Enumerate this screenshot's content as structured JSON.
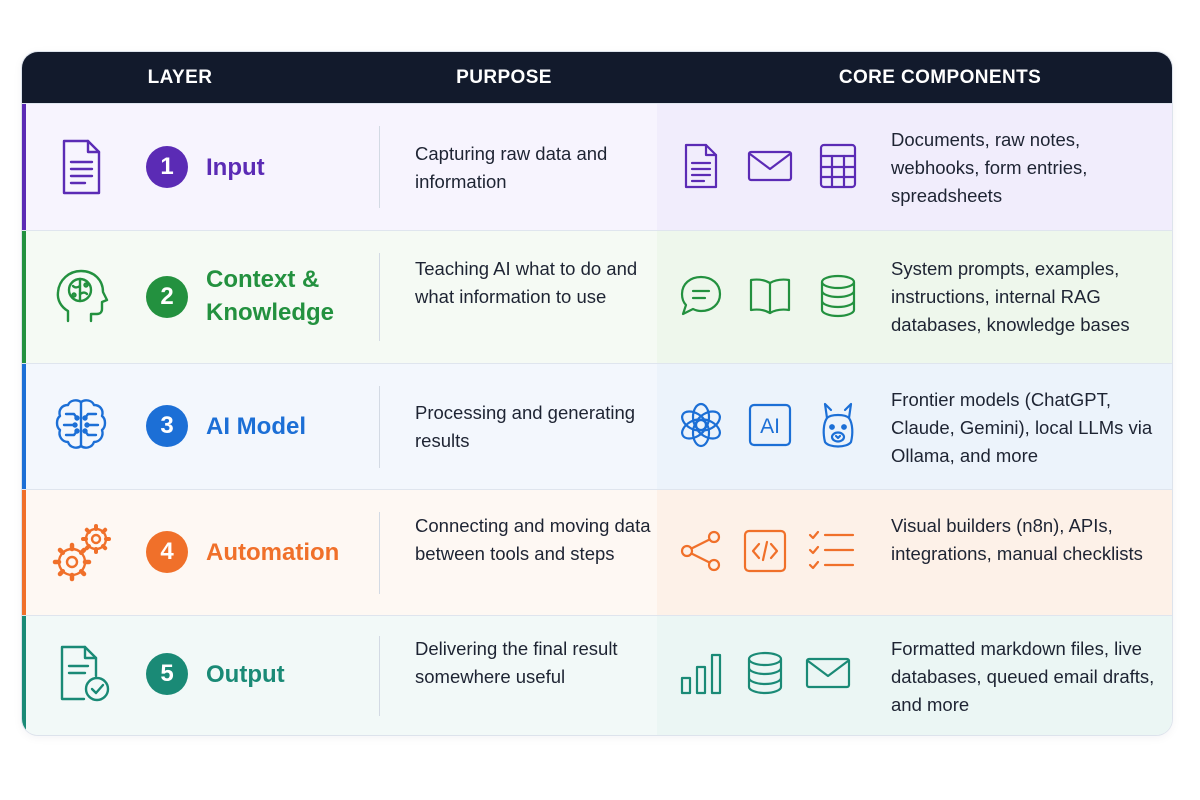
{
  "header": {
    "layer": "LAYER",
    "purpose": "PURPOSE",
    "components": "CORE COMPONENTS"
  },
  "rows": [
    {
      "number": "1",
      "name_lines": [
        "Input"
      ],
      "purpose": "Capturing raw data and information",
      "components": "Documents, raw notes, webhooks, form entries, spreadsheets",
      "color": "#5b2bb5",
      "layer_icon": "document-icon",
      "component_icons": [
        "document-icon",
        "envelope-icon",
        "spreadsheet-icon"
      ]
    },
    {
      "number": "2",
      "name_lines": [
        "Context &",
        "Knowledge"
      ],
      "purpose": "Teaching AI what to do and what information to use",
      "components": "System prompts, examples, instructions, internal RAG databases, knowledge bases",
      "color": "#23913f",
      "layer_icon": "head-brain-icon",
      "component_icons": [
        "chat-bubble-icon",
        "open-book-icon",
        "database-icon"
      ]
    },
    {
      "number": "3",
      "name_lines": [
        "AI Model"
      ],
      "purpose": "Processing and generating results",
      "components": "Frontier models (ChatGPT, Claude, Gemini), local LLMs via Ollama, and more",
      "color": "#1c6fd6",
      "layer_icon": "brain-circuit-icon",
      "component_icons": [
        "openai-knot-icon",
        "ai-box-icon",
        "llama-icon"
      ],
      "ai_box_label": "AI"
    },
    {
      "number": "4",
      "name_lines": [
        "Automation"
      ],
      "purpose": "Connecting and moving data between tools and steps",
      "components": "Visual builders (n8n), APIs, integrations, manual checklists",
      "color": "#f0702a",
      "layer_icon": "gears-icon",
      "component_icons": [
        "share-nodes-icon",
        "code-icon",
        "checklist-icon"
      ]
    },
    {
      "number": "5",
      "name_lines": [
        "Output"
      ],
      "purpose": "Delivering the final result somewhere useful",
      "components": "Formatted markdown files, live databases, queued email drafts, and more",
      "color": "#1a8a76",
      "layer_icon": "document-check-icon",
      "component_icons": [
        "bar-chart-icon",
        "database-icon",
        "envelope-icon"
      ]
    }
  ]
}
